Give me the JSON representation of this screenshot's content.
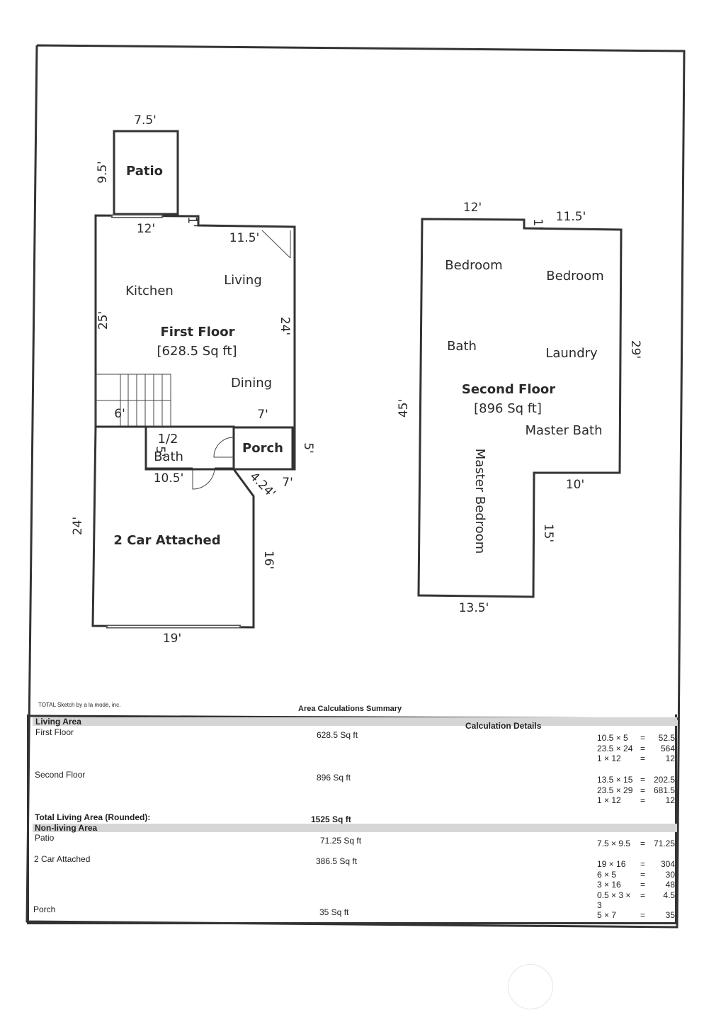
{
  "floors": {
    "first": {
      "name": "First Floor",
      "area": "[628.5 Sq ft]",
      "rooms": {
        "kitchen": "Kitchen",
        "living": "Living",
        "dining": "Dining",
        "half_bath_a": "1/2",
        "half_bath_b": "Bath",
        "porch": "Porch",
        "patio": "Patio",
        "garage": "2 Car Attached"
      },
      "dims": {
        "patio_w": "7.5'",
        "patio_h": "9.5'",
        "top_left": "12'",
        "top_step": "1'",
        "top_right": "11.5'",
        "left": "25'",
        "right": "24'",
        "stairs": "6'",
        "dining_bottom": "7'",
        "bath_bottom": "10.5'",
        "bath_side": "5'",
        "porch_side": "5'",
        "porch_bottom": "7'",
        "diag": "4.24'",
        "garage_left": "24'",
        "garage_right": "16'",
        "garage_bottom": "19'"
      }
    },
    "second": {
      "name": "Second Floor",
      "area": "[896 Sq ft]",
      "rooms": {
        "bedroom1": "Bedroom",
        "bedroom2": "Bedroom",
        "bath": "Bath",
        "laundry": "Laundry",
        "master_bath": "Master Bath",
        "master_bedroom": "Master Bedroom"
      },
      "dims": {
        "top_left": "12'",
        "top_step": "1'",
        "top_right": "11.5'",
        "left": "45'",
        "right": "29'",
        "step_bottom": "10'",
        "lower_right": "15'",
        "bottom": "13.5'"
      }
    }
  },
  "credit": "TOTAL Sketch by a la mode, inc.",
  "summary": {
    "title": "Area Calculations Summary",
    "living_header": "Living Area",
    "calc_header": "Calculation Details",
    "first_floor": {
      "label": "First Floor",
      "area": "628.5 Sq ft",
      "calcs": [
        [
          "10.5 × 5",
          "=",
          "52.5"
        ],
        [
          "23.5 × 24",
          "=",
          "564"
        ],
        [
          "1 × 12",
          "=",
          "12"
        ]
      ]
    },
    "second_floor": {
      "label": "Second Floor",
      "area": "896 Sq ft",
      "calcs": [
        [
          "13.5 × 15",
          "=",
          "202.5"
        ],
        [
          "23.5 × 29",
          "=",
          "681.5"
        ],
        [
          "1 × 12",
          "=",
          "12"
        ]
      ]
    },
    "total_label": "Total Living Area (Rounded):",
    "total_value": "1525 Sq ft",
    "nonliving_header": "Non-living Area",
    "patio": {
      "label": "Patio",
      "area": "71.25 Sq ft",
      "calcs": [
        [
          "7.5 × 9.5",
          "=",
          "71.25"
        ]
      ]
    },
    "garage": {
      "label": "2 Car Attached",
      "area": "386.5 Sq ft",
      "calcs": [
        [
          "19 × 16",
          "=",
          "304"
        ],
        [
          "6 × 5",
          "=",
          "30"
        ],
        [
          "3 × 16",
          "=",
          "48"
        ],
        [
          "0.5 × 3 × 3",
          "=",
          "4.5"
        ]
      ]
    },
    "porch": {
      "label": "Porch",
      "area": "35 Sq ft",
      "calcs": [
        [
          "5 × 7",
          "=",
          "35"
        ]
      ]
    }
  }
}
